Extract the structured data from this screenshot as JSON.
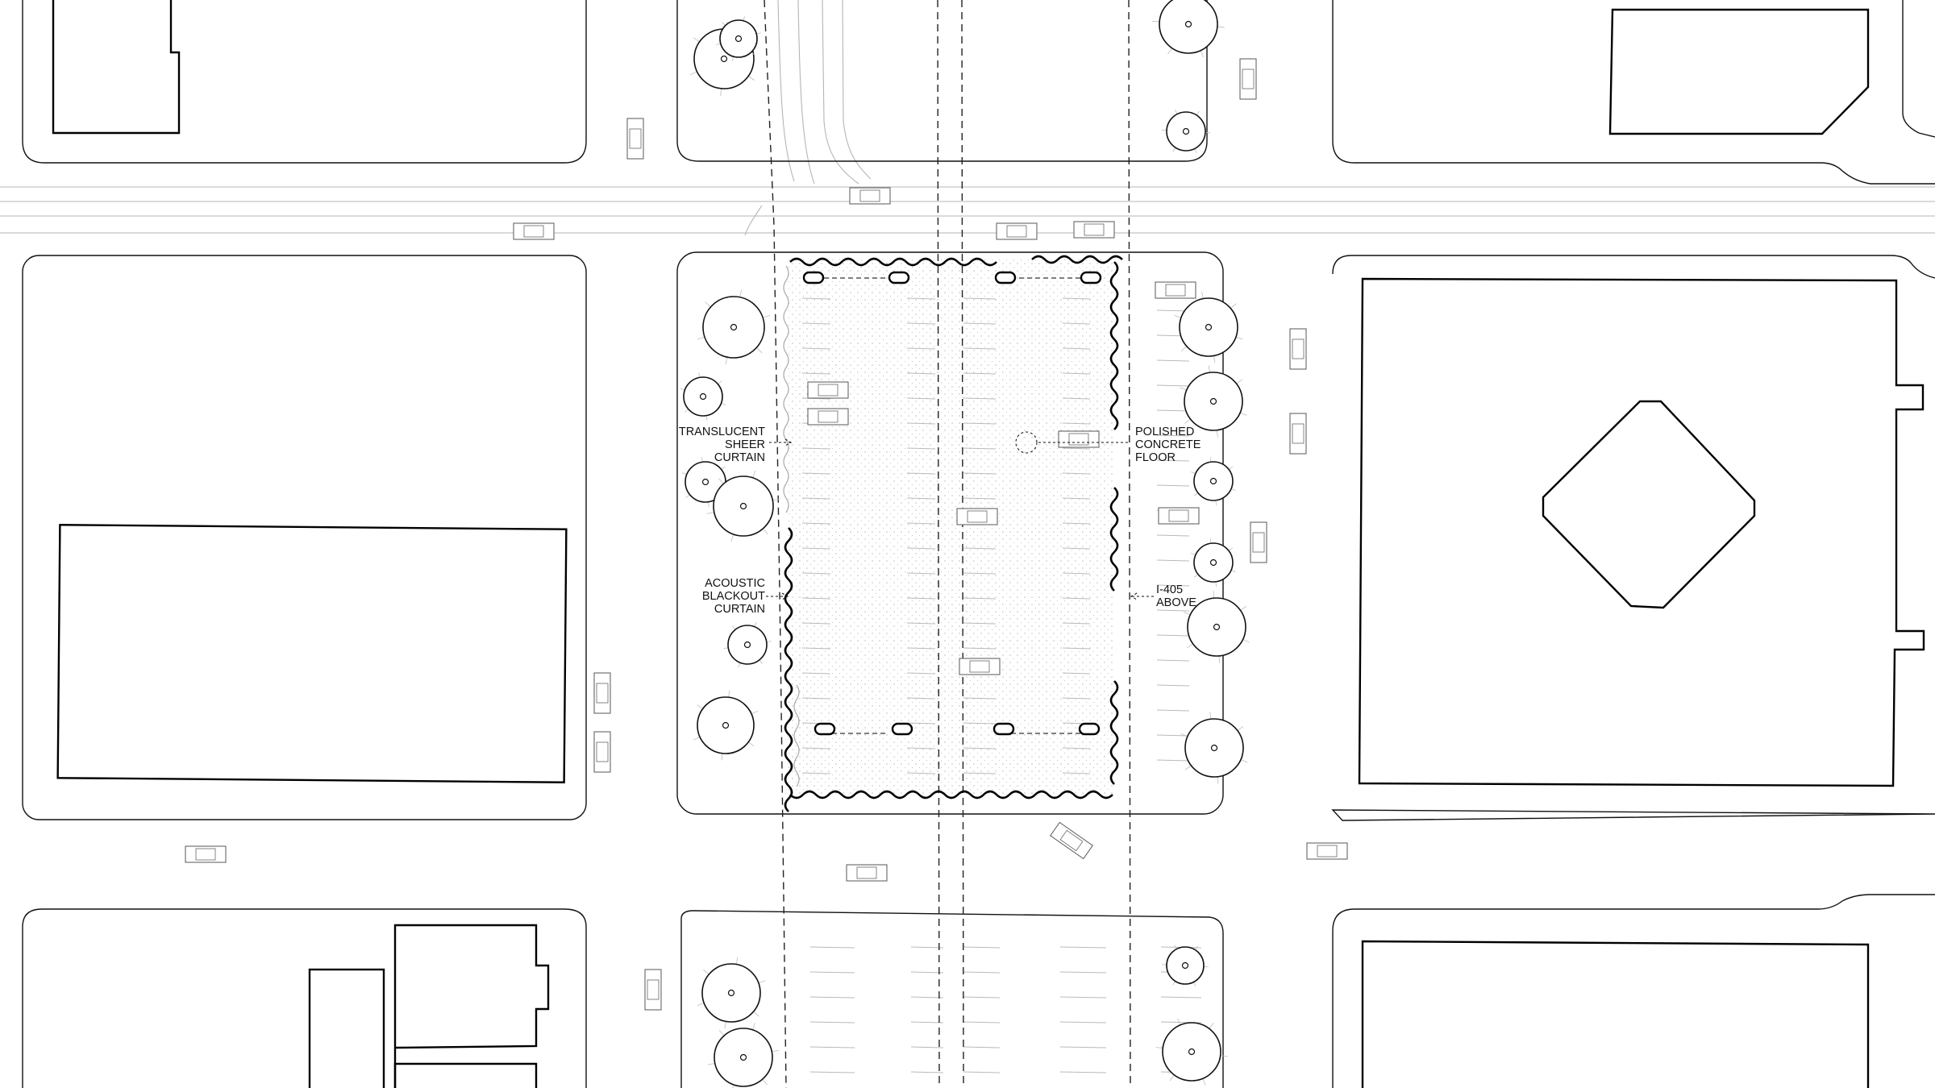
{
  "plan": {
    "labels": {
      "sheer": [
        "TRANSLUCENT",
        "SHEER",
        "CURTAIN"
      ],
      "acoustic": [
        "ACOUSTIC",
        "BLACKOUT",
        "CURTAIN"
      ],
      "polished": [
        "POLISHED",
        "CONCRETE",
        "FLOOR"
      ],
      "highway": [
        "I-405",
        "ABOVE"
      ]
    }
  }
}
